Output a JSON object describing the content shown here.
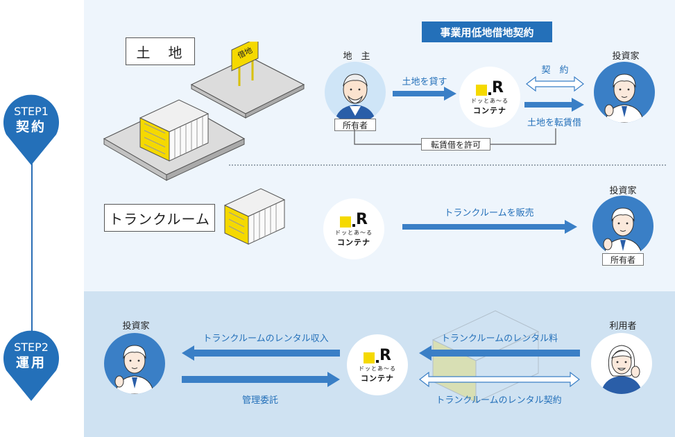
{
  "steps": [
    {
      "step": "STEP1",
      "label": "契約"
    },
    {
      "step": "STEP2",
      "label": "運用"
    }
  ],
  "step1": {
    "title": "事業用低地借地契約",
    "land_box": "土　地",
    "sign": "借地",
    "trunk_box": "トランクルーム",
    "landowner_label": "地　主",
    "owner_tag": "所有者",
    "investor_label": "投資家",
    "lend_land": "土地を貸す",
    "contract": "契　約",
    "sublease": "土地を転賃借",
    "sublease_permit": "転賃借を許可",
    "trunk_investor_label": "投資家",
    "sell_trunk": "トランクルームを販売",
    "trunk_owner_tag": "所有者"
  },
  "step2": {
    "investor_label": "投資家",
    "user_label": "利用者",
    "rental_income": "トランクルームのレンタル収入",
    "management": "管理委託",
    "rental_fee": "トランクルームのレンタル料",
    "rental_contract": "トランクルームのレンタル契約"
  },
  "logo": {
    "mark": "R",
    "small": "ドッとあ〜る",
    "name": "コンテナ"
  },
  "colors": {
    "accent": "#2470b9",
    "arrow": "#3a7fc6",
    "container": "#f5d900",
    "step1_bg": "#eef5fc",
    "step2_bg": "#cfe2f2"
  }
}
